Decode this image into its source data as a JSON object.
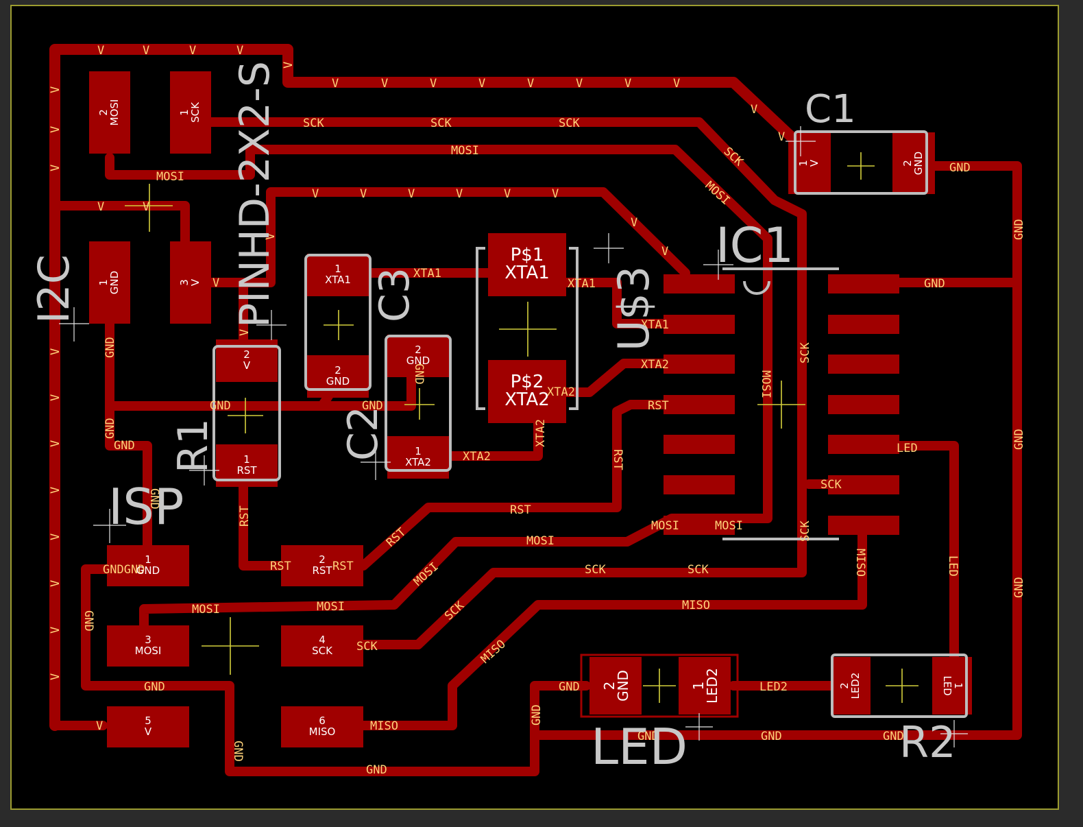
{
  "colors": {
    "background": "#000000",
    "board_outline": "#9c9c30",
    "copper": "#a00000",
    "net_label": "#ffd27a",
    "silkscreen": "#c8c8c8",
    "origin": "#d4cf3c"
  },
  "labels": {
    "I2C": "I2C",
    "ISP": "ISP",
    "R1": "R1",
    "C2": "C2",
    "C3": "C3",
    "U$3": "U$3",
    "IC1": "IC1",
    "C1": "C1",
    "LED": "LED",
    "R2": "R2",
    "PINHD": "PINHD-2X2-S"
  },
  "pads": {
    "i2c_1": [
      "2",
      "MOSI"
    ],
    "i2c_2": [
      "1",
      "SCK"
    ],
    "i2c_3": [
      "1",
      "GND"
    ],
    "i2c_4": [
      "3",
      "V"
    ],
    "r1_top": [
      "2",
      "V"
    ],
    "r1_bot": [
      "1",
      "RST"
    ],
    "c3_top": [
      "1",
      "XTA1"
    ],
    "c3_bot": [
      "2",
      "GND"
    ],
    "c2_top": [
      "2",
      "GND"
    ],
    "c2_bot": [
      "1",
      "XTA2"
    ],
    "xtal_1": [
      "P$1",
      "XTA1"
    ],
    "xtal_2": [
      "P$2",
      "XTA2"
    ],
    "c1_1": [
      "1",
      "V"
    ],
    "c1_2": [
      "2",
      "GND"
    ],
    "isp_1": [
      "1",
      "GND"
    ],
    "isp_2": [
      "2",
      "RST"
    ],
    "isp_3": [
      "3",
      "MOSI"
    ],
    "isp_4": [
      "4",
      "SCK"
    ],
    "isp_5": [
      "5",
      "V"
    ],
    "isp_6": [
      "6",
      "MISO"
    ],
    "led_2": [
      "2",
      "GND"
    ],
    "led_1": [
      "1",
      "LED2"
    ],
    "r2_2": [
      "2",
      "LED2"
    ],
    "r2_1": [
      "1",
      "LED"
    ]
  },
  "nets": {
    "v": "V",
    "gnd": "GND",
    "sck": "SCK",
    "mosi": "MOSI",
    "miso": "MISO",
    "rst": "RST",
    "xta1": "XTA1",
    "xta2": "XTA2",
    "led": "LED",
    "led2": "LED2",
    "gndgnd": "GNDGND"
  }
}
